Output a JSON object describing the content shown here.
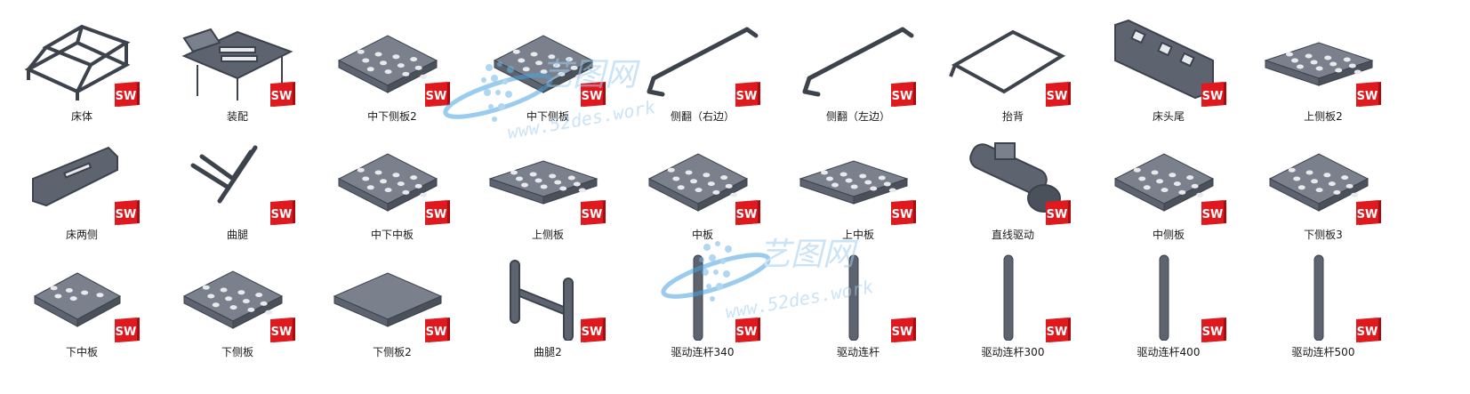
{
  "watermark": {
    "site": "www.52des.work",
    "brand": "艺图网"
  },
  "badge": {
    "text": "SW",
    "colors": [
      "#e0191e",
      "#a80c10",
      "#ffffff"
    ]
  },
  "files": [
    {
      "label": "床体",
      "thumb": "frame"
    },
    {
      "label": "装配",
      "thumb": "assembly"
    },
    {
      "label": "中下侧板2",
      "thumb": "plate-holes"
    },
    {
      "label": "中下侧板",
      "thumb": "plate-holes"
    },
    {
      "label": "侧翻（右边）",
      "thumb": "rod-crank"
    },
    {
      "label": "侧翻（左边）",
      "thumb": "rod-crank"
    },
    {
      "label": "抬背",
      "thumb": "rect-frame"
    },
    {
      "label": "床头尾",
      "thumb": "headboard"
    },
    {
      "label": "上侧板2",
      "thumb": "long-plate"
    },
    {
      "label": "床两侧",
      "thumb": "side-rail"
    },
    {
      "label": "曲腿",
      "thumb": "bent-legs"
    },
    {
      "label": "中下中板",
      "thumb": "plate-holes"
    },
    {
      "label": "上侧板",
      "thumb": "long-plate"
    },
    {
      "label": "中板",
      "thumb": "plate-holes"
    },
    {
      "label": "上中板",
      "thumb": "long-plate"
    },
    {
      "label": "直线驱动",
      "thumb": "actuator"
    },
    {
      "label": "中侧板",
      "thumb": "plate-holes"
    },
    {
      "label": "下侧板3",
      "thumb": "plate-holes"
    },
    {
      "label": "下中板",
      "thumb": "plate-block"
    },
    {
      "label": "下侧板",
      "thumb": "plate-holes"
    },
    {
      "label": "下侧板2",
      "thumb": "flat-plate"
    },
    {
      "label": "曲腿2",
      "thumb": "bracket"
    },
    {
      "label": "驱动连杆340",
      "thumb": "vertical-rod"
    },
    {
      "label": "驱动连杆",
      "thumb": "vertical-rod"
    },
    {
      "label": "驱动连杆300",
      "thumb": "vertical-rod"
    },
    {
      "label": "驱动连杆400",
      "thumb": "vertical-rod"
    },
    {
      "label": "驱动连杆500",
      "thumb": "vertical-rod"
    }
  ]
}
